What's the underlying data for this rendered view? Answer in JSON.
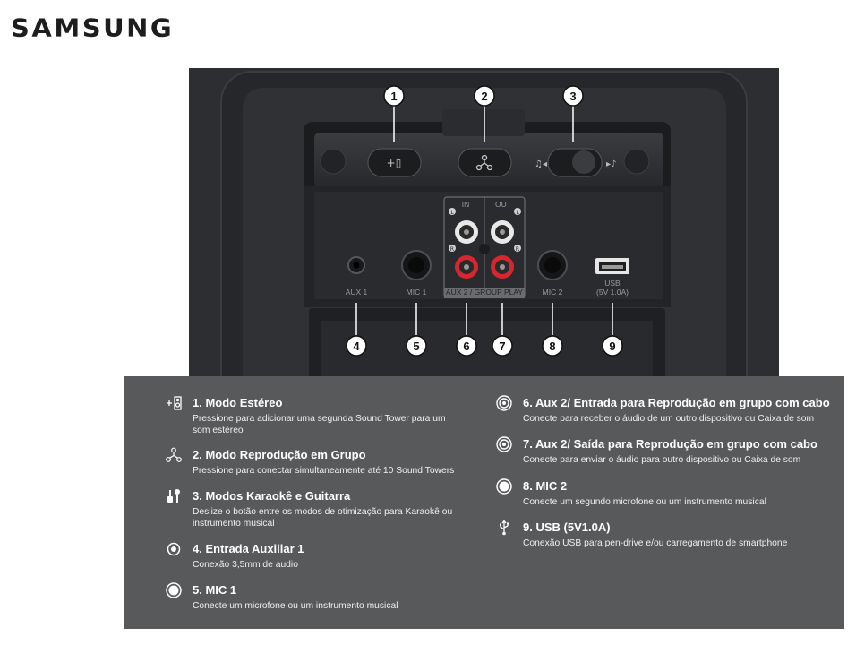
{
  "brand": "SAMSUNG",
  "panel_labels": {
    "in": "IN",
    "out": "OUT",
    "aux1": "AUX 1",
    "mic1": "MIC 1",
    "aux2": "AUX 2 / GROUP PLAY",
    "mic2": "MIC 2",
    "usb_line1": "USB",
    "usb_line2": "(5V 1.0A)",
    "left": "L",
    "right": "R"
  },
  "callouts": [
    "1",
    "2",
    "3",
    "4",
    "5",
    "6",
    "7",
    "8",
    "9"
  ],
  "items": [
    {
      "icon": "stereo-add-icon",
      "title": "1.  Modo Estéreo",
      "desc": "Pressione para adicionar uma segunda Sound Tower para um som estéreo"
    },
    {
      "icon": "group-play-icon",
      "title": "2. Modo Reprodução em Grupo",
      "desc": "Pressione para conectar simultaneamente até 10 Sound Towers"
    },
    {
      "icon": "karaoke-guitar-icon",
      "title": "3. Modos Karaokê e Guitarra",
      "desc": "Deslize o botão entre os modos de otimização para Karaokê ou instrumento musical"
    },
    {
      "icon": "aux-jack-icon",
      "title": "4. Entrada Auxiliar 1",
      "desc": "Conexão 3,5mm de audio"
    },
    {
      "icon": "mic-jack-icon",
      "title": "5. MIC 1",
      "desc": "Conecte um microfone ou um instrumento musical"
    },
    {
      "icon": "rca-jack-icon",
      "title": "6. Aux 2/ Entrada para Reprodução em grupo com cabo",
      "desc": "Conecte para receber o áudio de um outro dispositivo ou Caixa de som"
    },
    {
      "icon": "rca-jack-icon",
      "title": "7. Aux 2/  Saída para Reprodução em grupo com cabo",
      "desc": "Conecte para enviar o áudio para outro dispositivo ou Caixa de som"
    },
    {
      "icon": "mic-jack-icon",
      "title": "8. MIC 2",
      "desc": "Conecte um segundo microfone ou um instrumento musical"
    },
    {
      "icon": "usb-icon",
      "title": "9. USB (5V1.0A)",
      "desc": "Conexão USB para pen-drive e/ou carregamento de smartphone"
    }
  ]
}
